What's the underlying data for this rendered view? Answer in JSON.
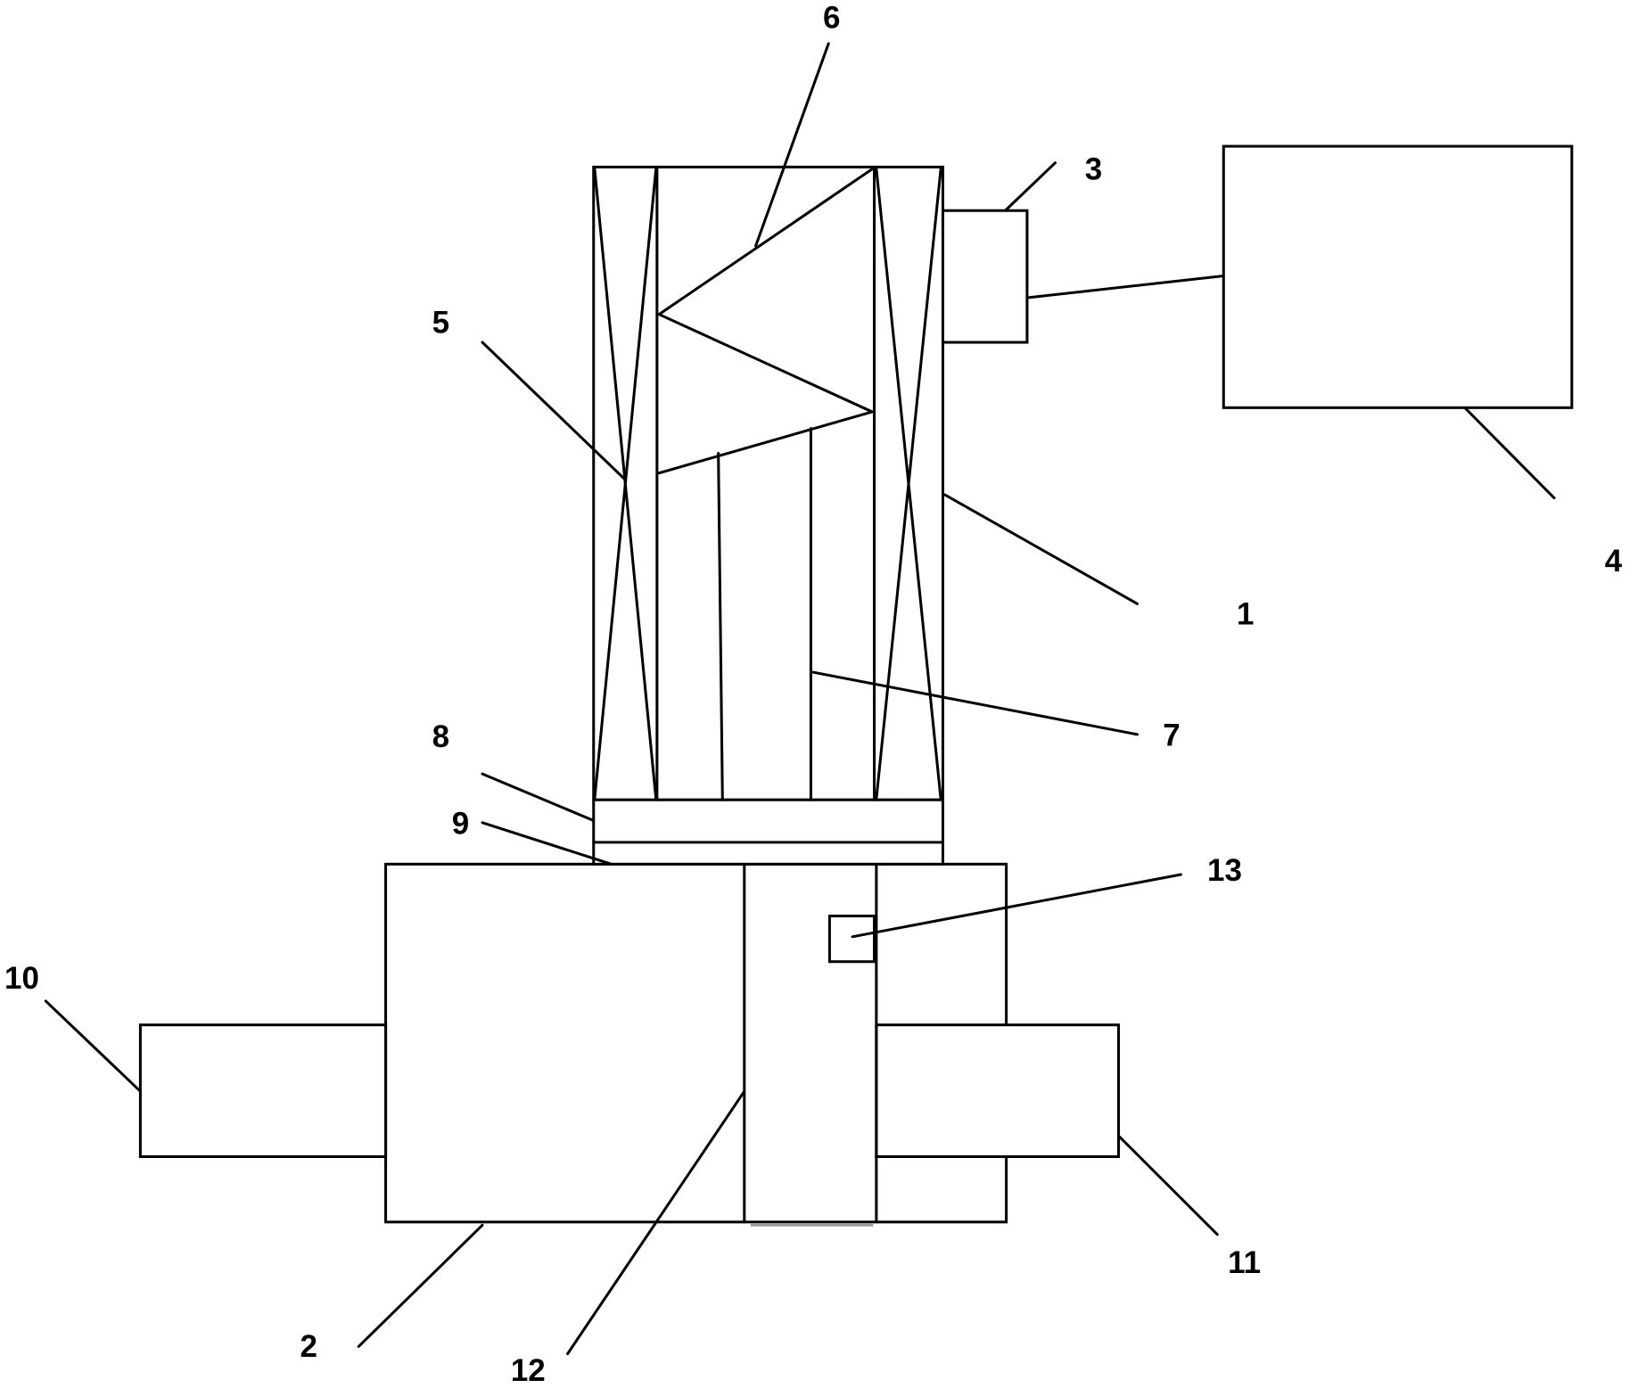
{
  "labels": {
    "p1": "1",
    "p2": "2",
    "p3": "3",
    "p4": "4",
    "p5": "5",
    "p6": "6",
    "p7": "7",
    "p8": "8",
    "p9": "9",
    "p10": "10",
    "p11": "11",
    "p12": "12",
    "p13": "13"
  },
  "colors": {
    "line": "#000000",
    "background": "#ffffff",
    "faint_mark": "#9a9a9a"
  }
}
